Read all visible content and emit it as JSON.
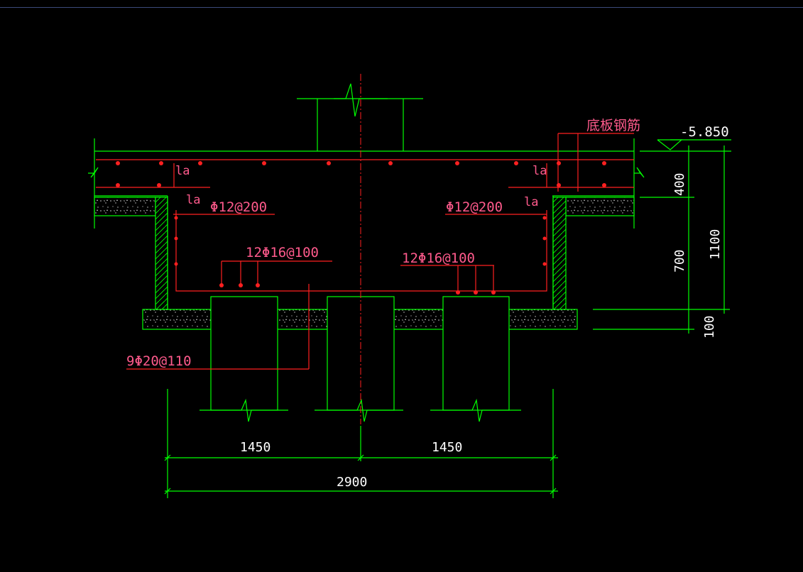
{
  "elevation": {
    "value": "-5.850"
  },
  "labels": {
    "bottom_slab_rebar": "底板钢筋",
    "anchorage": "la",
    "stirrup_left": "Φ12@200",
    "stirrup_right": "Φ12@200",
    "bottom_bars_left": "12Φ16@100",
    "bottom_bars_right": "12Φ16@100",
    "pile_bars": "9Φ20@110"
  },
  "dimensions": {
    "slab_thickness": "400",
    "pit_depth": "700",
    "total_depth": "1100",
    "cushion_thickness": "100",
    "half_width_left": "1450",
    "half_width_right": "1450",
    "total_width": "2900"
  },
  "colors": {
    "background": "#000000",
    "outline": "#00ff00",
    "rebar": "#ff2020",
    "annotation_text": "#ff5a8c",
    "dimension_text": "#ffffff",
    "centerline": "#ff2020"
  }
}
